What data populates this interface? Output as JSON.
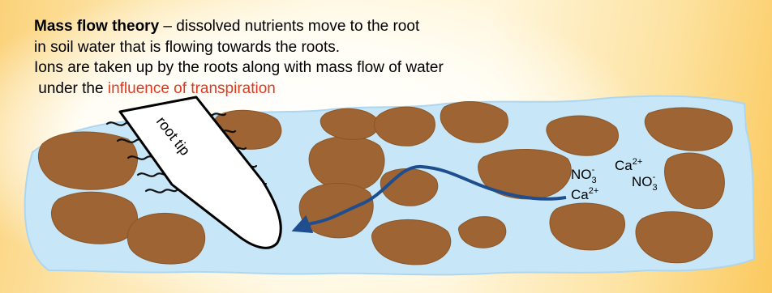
{
  "caption": {
    "line1_bold": "Mass flow theory",
    "line1_rest": " – dissolved nutrients move to the root",
    "line2": "in soil water that is flowing towards the roots.",
    "line3": "Ions are taken up by the roots along with mass flow of water",
    "line4_prefix": " under the ",
    "line4_highlight": "influence of transpiration"
  },
  "diagram": {
    "root_label": "root tip",
    "ions": {
      "ca_upper": {
        "base": "Ca",
        "sup": "2+"
      },
      "no3_left": {
        "base": "NO",
        "sub": "3",
        "sup": "-"
      },
      "no3_right": {
        "base": "NO",
        "sub": "3",
        "sup": "-"
      },
      "ca_lower": {
        "base": "Ca",
        "sup": "2+"
      }
    }
  },
  "colors": {
    "water": "#c7e7f8",
    "soil_particle": "#9e6434",
    "flow_arrow": "#1f4e8f",
    "highlight_text": "#e0391f",
    "root": "#ffffff"
  }
}
